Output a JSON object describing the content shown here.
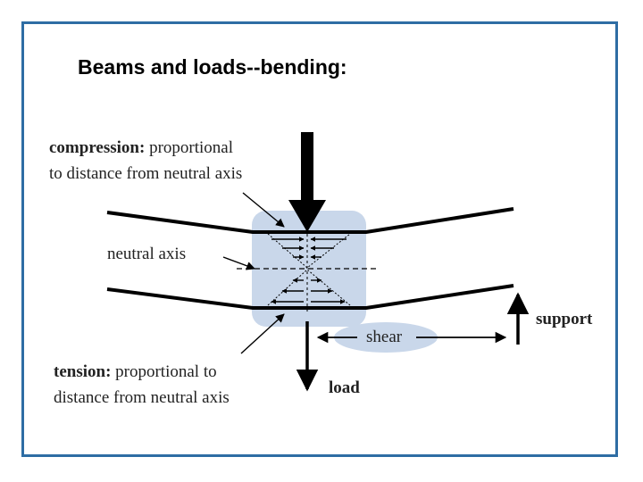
{
  "title": "Beams and loads--bending:",
  "labels": {
    "compression_term": "compression:",
    "compression_rest_line1": "proportional",
    "compression_line2": "to distance from neutral axis",
    "neutral_axis": "neutral axis",
    "tension_term": "tension:",
    "tension_rest_line1": "proportional to",
    "tension_line2": "distance from neutral axis",
    "shear": "shear",
    "support": "support",
    "load": "load"
  },
  "colors": {
    "frame": "#2e6da4",
    "highlight_box": "#c9d7ea",
    "ink": "#000000"
  }
}
